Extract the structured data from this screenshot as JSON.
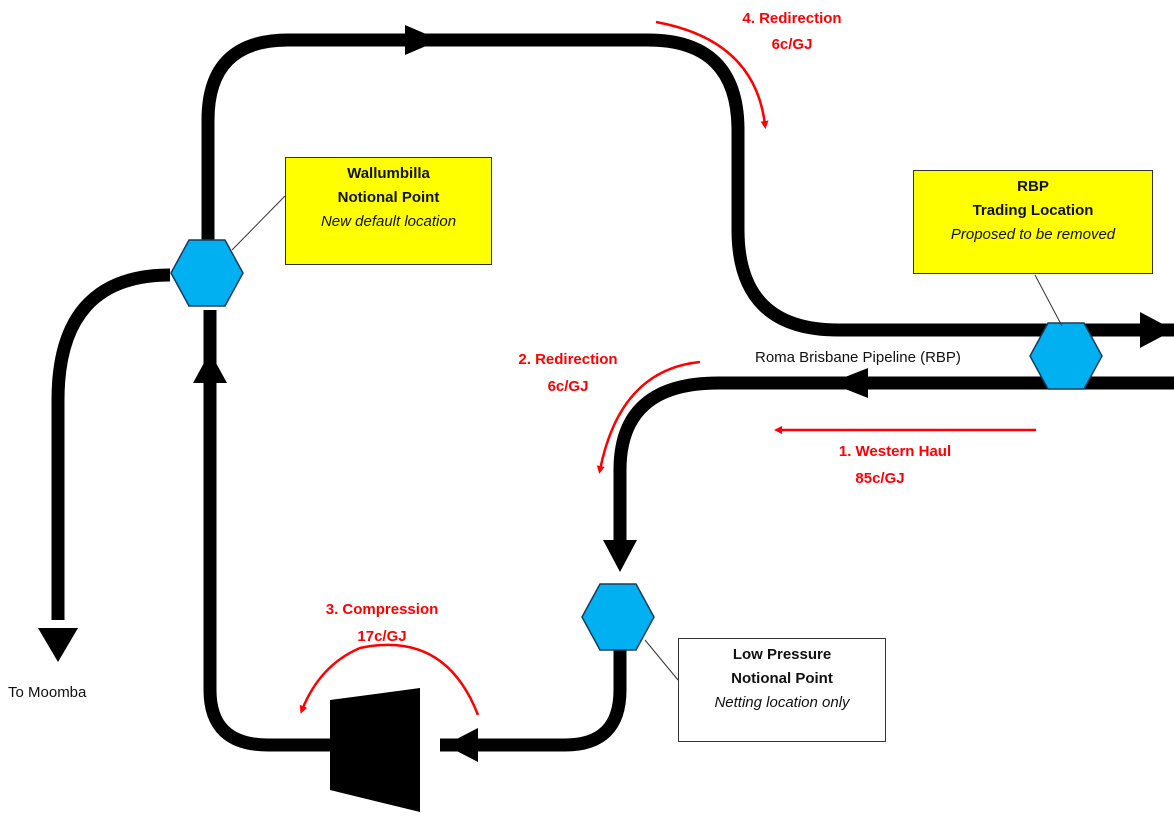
{
  "callouts": {
    "wallumbilla": {
      "title": "Wallumbilla",
      "subtitle": "Notional Point",
      "note": "New default location",
      "color": "#ffff00"
    },
    "rbp": {
      "title": "RBP",
      "subtitle": "Trading Location",
      "note": "Proposed to be removed",
      "color": "#ffff00"
    },
    "low_pressure": {
      "title": "Low Pressure",
      "subtitle": "Notional Point",
      "note": "Netting location only",
      "color": "#ffffff"
    }
  },
  "charges": [
    {
      "name": "1. Western Haul",
      "rate": "85c/GJ"
    },
    {
      "name": "2. Redirection",
      "rate": "6c/GJ"
    },
    {
      "name": "3. Compression",
      "rate": "17c/GJ"
    },
    {
      "name": "4. Redirection",
      "rate": "6c/GJ"
    }
  ],
  "labels": {
    "pipeline": "Roma Brisbane Pipeline (RBP)",
    "moomba": "To Moomba"
  },
  "colors": {
    "pipe": "#000000",
    "node": "#00b0f0",
    "charge": "#ff0000",
    "callout_highlight": "#ffff00"
  },
  "icons": [
    "hexagon-node-icon",
    "compressor-icon",
    "flow-arrow-icon"
  ]
}
